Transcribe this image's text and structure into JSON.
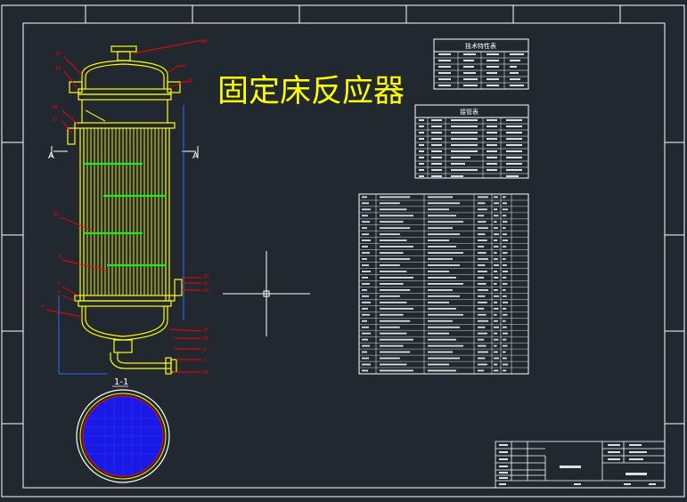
{
  "drawing": {
    "title": "固定床反应器",
    "section_label": "1-1",
    "section_mark": "A"
  },
  "colors": {
    "background": "#212830",
    "frame": "#ffffff",
    "vessel": "#ffff00",
    "baffle": "#00ff00",
    "leader": "#ff0000",
    "tubesheet_fill": "#1a1ae6",
    "dimension": "#2a6cff",
    "title_text": "#ffff00"
  },
  "tables": {
    "tech_title": "技术特性表",
    "nozzle_title": "接管表"
  }
}
